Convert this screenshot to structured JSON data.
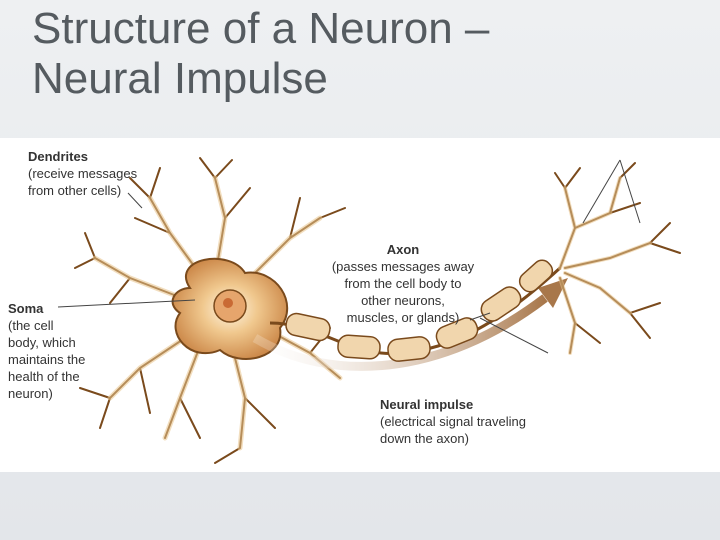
{
  "slide": {
    "title_line1": "Structure of a Neuron –",
    "title_line2": "Neural Impulse"
  },
  "labels": {
    "dendrites": {
      "head": "Dendrites",
      "body": "(receive messages\nfrom other cells)"
    },
    "axon": {
      "head": "Axon",
      "body": "(passes messages away\nfrom the cell body to\nother neurons,\nmuscles, or glands)"
    },
    "soma": {
      "head": "Soma",
      "body": "(the cell\nbody, which\nmaintains the\nhealth of the\nneuron)"
    },
    "impulse": {
      "head": "Neural impulse",
      "body": "(electrical signal traveling\ndown the axon)"
    }
  },
  "colors": {
    "membrane": "#e8c48c",
    "membrane_outline": "#7a4a1c",
    "nucleus": "#c96a34",
    "myelin": "#f1d6ad",
    "impulse_arrow": "#b98b5a"
  }
}
